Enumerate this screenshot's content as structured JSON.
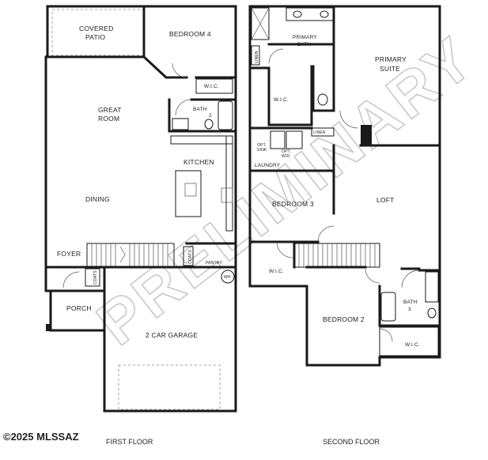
{
  "first_floor": {
    "caption": "FIRST FLOOR",
    "rooms": {
      "covered_patio_1": "COVERED",
      "covered_patio_2": "PATIO",
      "bedroom4": "BEDROOM 4",
      "wic": "W.I.C.",
      "bath2_1": "BATH",
      "bath2_2": "2",
      "great_room_1": "GREAT",
      "great_room_2": "ROOM",
      "kitchen": "KITCHEN",
      "dining": "DINING",
      "foyer": "FOYER",
      "coats": "COATS",
      "pantry": "PANTRY",
      "coats2": "COATS",
      "porch": "PORCH",
      "wh": "WH",
      "garage": "2 CAR GARAGE"
    }
  },
  "second_floor": {
    "caption": "SECOND FLOOR",
    "rooms": {
      "linen": "LINEN",
      "primary_bath_1": "PRIMARY",
      "primary_bath_2": "BATH",
      "primary_suite_1": "PRIMARY",
      "primary_suite_2": "SUITE",
      "wic": "W.I.C.",
      "linen2": "LINEN",
      "opt_sink_1": "OPT.",
      "opt_sink_2": "SINK",
      "opt_wd_1": "OPT.",
      "opt_wd_2": "W/D",
      "laundry": "LAUNDRY",
      "bedroom3": "BEDROOM 3",
      "loft": "LOFT",
      "wic_b3": "W.I.C.",
      "bath3_1": "BATH",
      "bath3_2": "3",
      "bedroom2": "BEDROOM 2",
      "wic_b2": "W.I.C."
    }
  },
  "watermark": "PRELIMINARY",
  "copyright": "©2025 MLSSAZ"
}
